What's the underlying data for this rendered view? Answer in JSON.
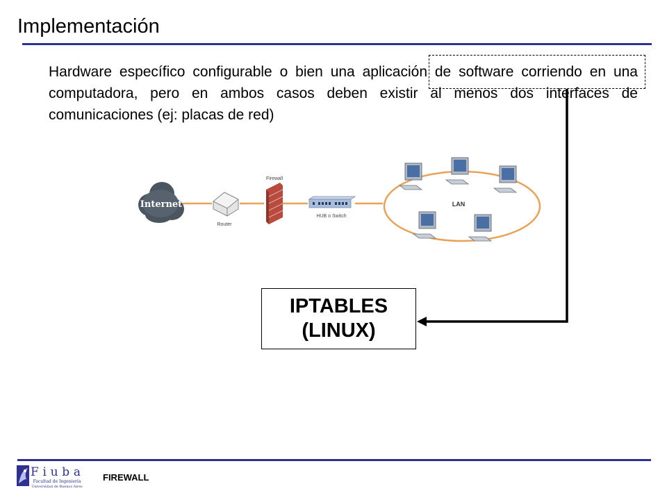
{
  "slide": {
    "title": "Implementación",
    "body": "Hardware específico configurable o bien una aplicación de software corriendo en  una computadora, pero en ambos casos deben existir al menos dos interfaces de comunicaciones (ej: placas de red)",
    "highlight_color": "#2e3192"
  },
  "diagram": {
    "internet_label": "Internet",
    "router_label": "Router",
    "firewall_label": "Firewall",
    "hub_label": "HUB o Switch",
    "lan_label": "LAN",
    "icons": [
      "cloud-icon",
      "router-icon",
      "firewall-icon",
      "switch-icon",
      "computer-icon"
    ]
  },
  "callout": {
    "line1": "IPTABLES",
    "line2": "(LINUX)"
  },
  "footer": {
    "label": "FIREWALL",
    "logo_brand": "Fiuba",
    "logo_line1": "Facultad de Ingeniería",
    "logo_line2": "Universidad de Buenos Aires"
  }
}
